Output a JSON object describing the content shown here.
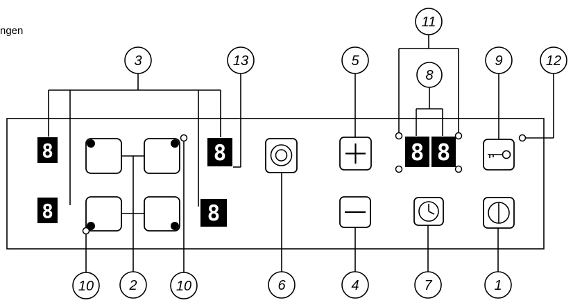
{
  "header_text": "ngen",
  "callouts": {
    "n1": "1",
    "n2": "2",
    "n3": "3",
    "n4": "4",
    "n5": "5",
    "n6": "6",
    "n7": "7",
    "n8": "8",
    "n9": "9",
    "n10_left": "10",
    "n10_mid": "10",
    "n11": "11",
    "n12": "12",
    "n13": "13"
  },
  "displays": {
    "zone_front_left": "8",
    "zone_rear_left": "8",
    "zone_front_right": "8",
    "zone_rear_right": "8",
    "timer_digit_1": "8",
    "timer_digit_2": "8"
  }
}
